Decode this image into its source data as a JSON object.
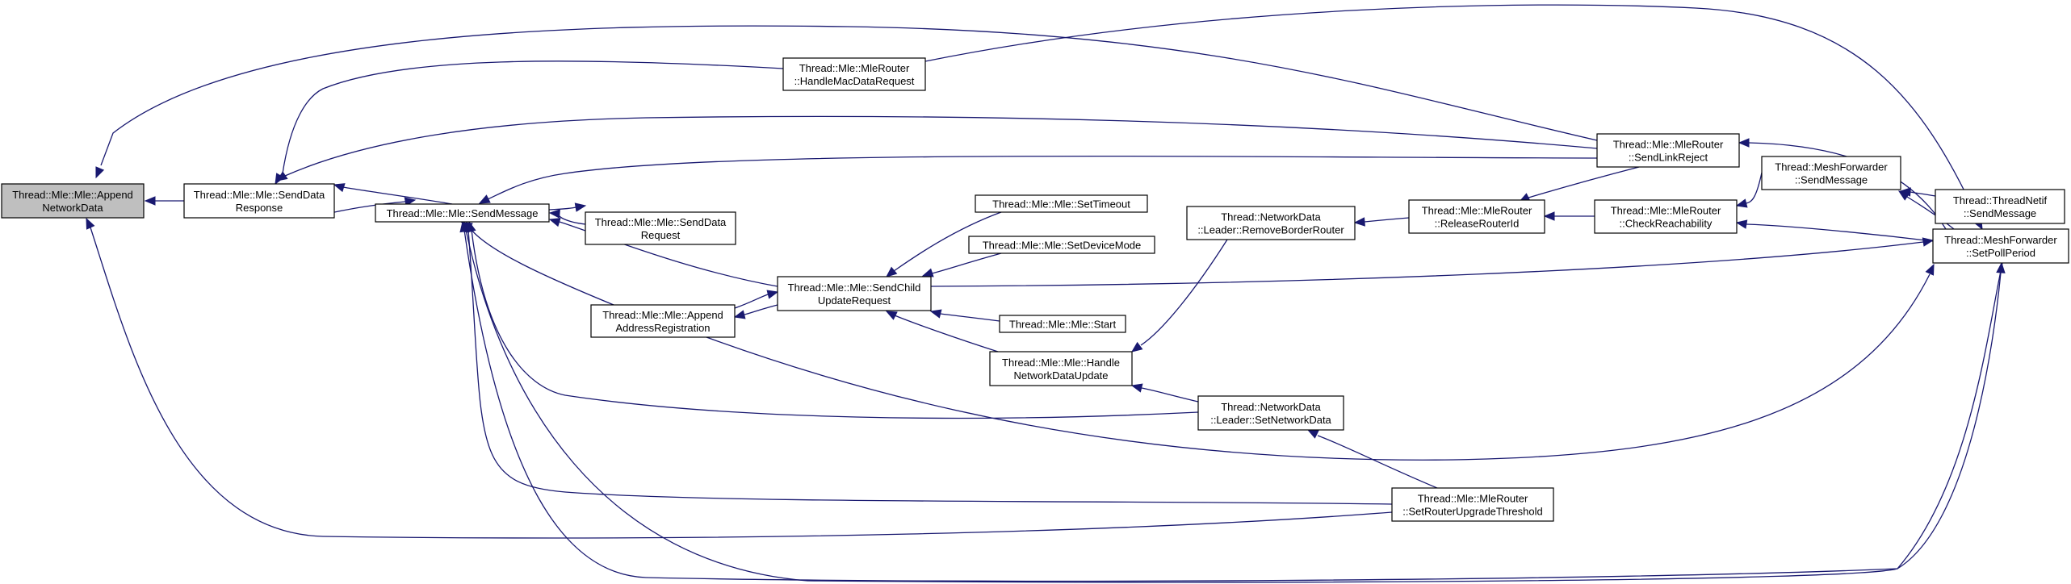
{
  "diagram": {
    "type": "call-graph",
    "colors": {
      "edge": "#191970",
      "node_border": "#000000",
      "node_fill": "#ffffff",
      "highlight_fill": "#bfbfbf"
    },
    "nodes": [
      {
        "id": "append_network_data",
        "lines": [
          "Thread::Mle::Mle::Append",
          "NetworkData"
        ],
        "highlight": true
      },
      {
        "id": "send_data_response",
        "lines": [
          "Thread::Mle::Mle::SendData",
          "Response"
        ]
      },
      {
        "id": "send_message",
        "lines": [
          "Thread::Mle::Mle::SendMessage"
        ]
      },
      {
        "id": "send_data_request",
        "lines": [
          "Thread::Mle::Mle::SendData",
          "Request"
        ]
      },
      {
        "id": "handle_mac_data_request",
        "lines": [
          "Thread::Mle::MleRouter",
          "::HandleMacDataRequest"
        ]
      },
      {
        "id": "append_address_registration",
        "lines": [
          "Thread::Mle::Mle::Append",
          "AddressRegistration"
        ]
      },
      {
        "id": "send_child_update_request",
        "lines": [
          "Thread::Mle::Mle::SendChild",
          "UpdateRequest"
        ]
      },
      {
        "id": "set_timeout",
        "lines": [
          "Thread::Mle::Mle::SetTimeout"
        ]
      },
      {
        "id": "set_device_mode",
        "lines": [
          "Thread::Mle::Mle::SetDeviceMode"
        ]
      },
      {
        "id": "start",
        "lines": [
          "Thread::Mle::Mle::Start"
        ]
      },
      {
        "id": "handle_network_data_update",
        "lines": [
          "Thread::Mle::Mle::Handle",
          "NetworkDataUpdate"
        ]
      },
      {
        "id": "remove_border_router",
        "lines": [
          "Thread::NetworkData",
          "::Leader::RemoveBorderRouter"
        ]
      },
      {
        "id": "set_network_data",
        "lines": [
          "Thread::NetworkData",
          "::Leader::SetNetworkData"
        ]
      },
      {
        "id": "release_router_id",
        "lines": [
          "Thread::Mle::MleRouter",
          "::ReleaseRouterId"
        ]
      },
      {
        "id": "send_link_reject",
        "lines": [
          "Thread::Mle::MleRouter",
          "::SendLinkReject"
        ]
      },
      {
        "id": "check_reachability",
        "lines": [
          "Thread::Mle::MleRouter",
          "::CheckReachability"
        ]
      },
      {
        "id": "set_router_upgrade_threshold",
        "lines": [
          "Thread::Mle::MleRouter",
          "::SetRouterUpgradeThreshold"
        ]
      },
      {
        "id": "mf_send_message",
        "lines": [
          "Thread::MeshForwarder",
          "::SendMessage"
        ]
      },
      {
        "id": "mf_set_poll_period",
        "lines": [
          "Thread::MeshForwarder",
          "::SetPollPeriod"
        ]
      },
      {
        "id": "threadnetif_send_message",
        "lines": [
          "Thread::ThreadNetif",
          "::SendMessage"
        ]
      }
    ],
    "edges": [
      {
        "from": "send_data_response",
        "to": "append_network_data"
      },
      {
        "from": "send_link_reject",
        "to": "append_network_data"
      },
      {
        "from": "set_router_upgrade_threshold",
        "to": "append_network_data"
      },
      {
        "from": "send_message",
        "to": "send_data_response"
      },
      {
        "from": "handle_mac_data_request",
        "to": "send_data_response"
      },
      {
        "from": "send_link_reject",
        "to": "send_data_response"
      },
      {
        "from": "send_data_response",
        "to": "send_message"
      },
      {
        "from": "send_data_request",
        "to": "send_message"
      },
      {
        "from": "append_address_registration",
        "to": "send_message"
      },
      {
        "from": "send_child_update_request",
        "to": "send_message"
      },
      {
        "from": "send_link_reject",
        "to": "send_message"
      },
      {
        "from": "set_network_data",
        "to": "send_message"
      },
      {
        "from": "set_router_upgrade_threshold",
        "to": "send_message"
      },
      {
        "from": "mf_set_poll_period",
        "to": "send_message"
      },
      {
        "from": "send_message",
        "to": "send_data_request"
      },
      {
        "from": "send_child_update_request",
        "to": "append_address_registration"
      },
      {
        "from": "append_address_registration",
        "to": "send_child_update_request"
      },
      {
        "from": "set_timeout",
        "to": "send_child_update_request"
      },
      {
        "from": "set_device_mode",
        "to": "send_child_update_request"
      },
      {
        "from": "start",
        "to": "send_child_update_request"
      },
      {
        "from": "handle_network_data_update",
        "to": "send_child_update_request"
      },
      {
        "from": "remove_border_router",
        "to": "handle_network_data_update"
      },
      {
        "from": "set_network_data",
        "to": "handle_network_data_update"
      },
      {
        "from": "set_router_upgrade_threshold",
        "to": "set_network_data"
      },
      {
        "from": "release_router_id",
        "to": "remove_border_router"
      },
      {
        "from": "send_link_reject",
        "to": "release_router_id"
      },
      {
        "from": "check_reachability",
        "to": "release_router_id"
      },
      {
        "from": "mf_set_poll_period",
        "to": "send_link_reject"
      },
      {
        "from": "mf_send_message",
        "to": "check_reachability"
      },
      {
        "from": "mf_set_poll_period",
        "to": "check_reachability"
      },
      {
        "from": "threadnetif_send_message",
        "to": "mf_send_message"
      },
      {
        "from": "mf_set_poll_period",
        "to": "mf_send_message"
      },
      {
        "from": "send_child_update_request",
        "to": "mf_set_poll_period"
      },
      {
        "from": "handle_mac_data_request",
        "to": "mf_set_poll_period"
      },
      {
        "from": "append_address_registration",
        "to": "mf_set_poll_period"
      },
      {
        "from": "send_message",
        "to": "mf_set_poll_period"
      }
    ]
  }
}
